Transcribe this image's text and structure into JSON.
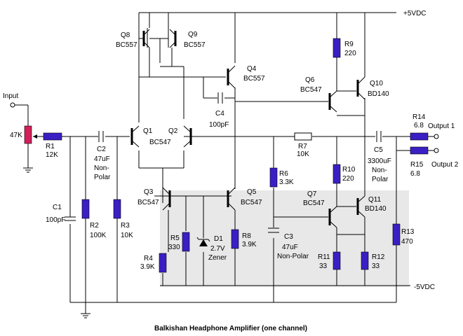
{
  "labels": {
    "rail_pos": "+5VDC",
    "rail_neg": "-5VDC",
    "input": "Input",
    "output1": "Output 1",
    "output2": "Output 2",
    "title": "Balkishan Headphone Amplifier (one channel)"
  },
  "components": {
    "pot": {
      "value": "47K"
    },
    "R1": {
      "ref": "R1",
      "value": "12K"
    },
    "R2": {
      "ref": "R2",
      "value": "100K"
    },
    "R3": {
      "ref": "R3",
      "value": "10K"
    },
    "R4": {
      "ref": "R4",
      "value": "3.9K"
    },
    "R5": {
      "ref": "R5",
      "value": "330"
    },
    "R6": {
      "ref": "R6",
      "value": "3.3K"
    },
    "R7": {
      "ref": "R7",
      "value": "10K"
    },
    "R8": {
      "ref": "R8",
      "value": "3.9K"
    },
    "R9": {
      "ref": "R9",
      "value": "220"
    },
    "R10": {
      "ref": "R10",
      "value": "220"
    },
    "R11": {
      "ref": "R11",
      "value": "33"
    },
    "R12": {
      "ref": "R12",
      "value": "33"
    },
    "R13": {
      "ref": "R13",
      "value": "470"
    },
    "R14": {
      "ref": "R14",
      "value": "6.8"
    },
    "R15": {
      "ref": "R15",
      "value": "6.8"
    },
    "C1": {
      "ref": "C1",
      "value": "100pF"
    },
    "C2": {
      "ref": "C2",
      "value": "47uF",
      "note1": "Non-",
      "note2": "Polar"
    },
    "C3": {
      "ref": "C3",
      "value": "47uF",
      "note": "Non-Polar"
    },
    "C4": {
      "ref": "C4",
      "value": "100pF"
    },
    "C5": {
      "ref": "C5",
      "value": "3300uF",
      "note1": "Non-",
      "note2": "Polar"
    },
    "D1": {
      "ref": "D1",
      "value": "2.7V",
      "note": "Zener"
    },
    "Q1": {
      "ref": "Q1",
      "value": "BC547"
    },
    "Q2": {
      "ref": "Q2",
      "value": "BC547"
    },
    "Q3": {
      "ref": "Q3",
      "value": "BC547"
    },
    "Q4": {
      "ref": "Q4",
      "value": "BC557"
    },
    "Q5": {
      "ref": "Q5",
      "value": "BC547"
    },
    "Q6": {
      "ref": "Q6",
      "value": "BC547"
    },
    "Q7": {
      "ref": "Q7",
      "value": "BC547"
    },
    "Q8": {
      "ref": "Q8",
      "value": "BC557"
    },
    "Q9": {
      "ref": "Q9",
      "value": "BC557"
    },
    "Q10": {
      "ref": "Q10",
      "value": "BD140"
    },
    "Q11": {
      "ref": "Q11",
      "value": "BD140"
    }
  }
}
